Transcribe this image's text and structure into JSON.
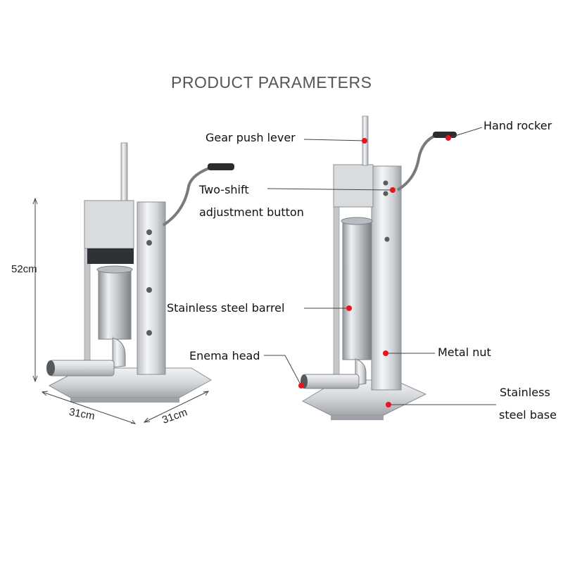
{
  "title": "PRODUCT PARAMETERS",
  "dimensions": {
    "height": "52cm",
    "width": "31cm",
    "depth": "31cm"
  },
  "labels": {
    "gear_push_lever": "Gear push lever",
    "hand_rocker": "Hand rocker",
    "two_shift_line1": "Two-shift",
    "two_shift_line2": "adjustment button",
    "barrel": "Stainless steel barrel",
    "enema_head": "Enema head",
    "metal_nut": "Metal nut",
    "base_line1": "Stainless",
    "base_line2": "steel base"
  },
  "colors": {
    "marker": "#e8141e",
    "leader_line": "#444444",
    "steel_light": "#e6e8ea",
    "steel_mid": "#c4c7ca",
    "steel_dark": "#8e9296"
  }
}
